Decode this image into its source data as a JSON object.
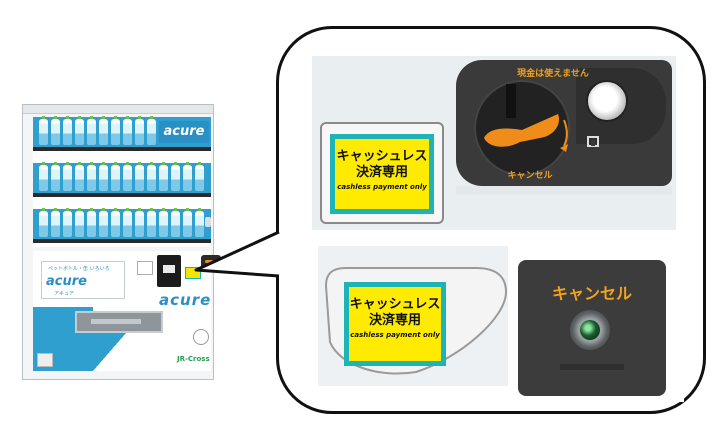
{
  "vending_machine": {
    "brand": "acure",
    "ad_small_text": "ペットボトル・缶 いろいろ",
    "ad_logo": "acure",
    "ad_sub": "アキュア",
    "front_logo": "acure",
    "maker_logo": "JR-Cross"
  },
  "coin_unit": {
    "warning": "現金は使えません",
    "cancel": "キャンセル"
  },
  "sticker_top": {
    "line1": "キャッシュレス",
    "line2": "決済専用",
    "line3": "cashless payment only"
  },
  "sticker_bottom": {
    "line1": "キャッシュレス",
    "line2": "決済専用",
    "line3": "cashless payment only"
  },
  "cancel_button": {
    "label": "キャンセル"
  },
  "colors": {
    "sticker_yellow": "#ffeb00",
    "sticker_teal": "#1eb3b5",
    "accent_orange": "#f2a21d",
    "machine_blue": "#2f9fd0"
  }
}
